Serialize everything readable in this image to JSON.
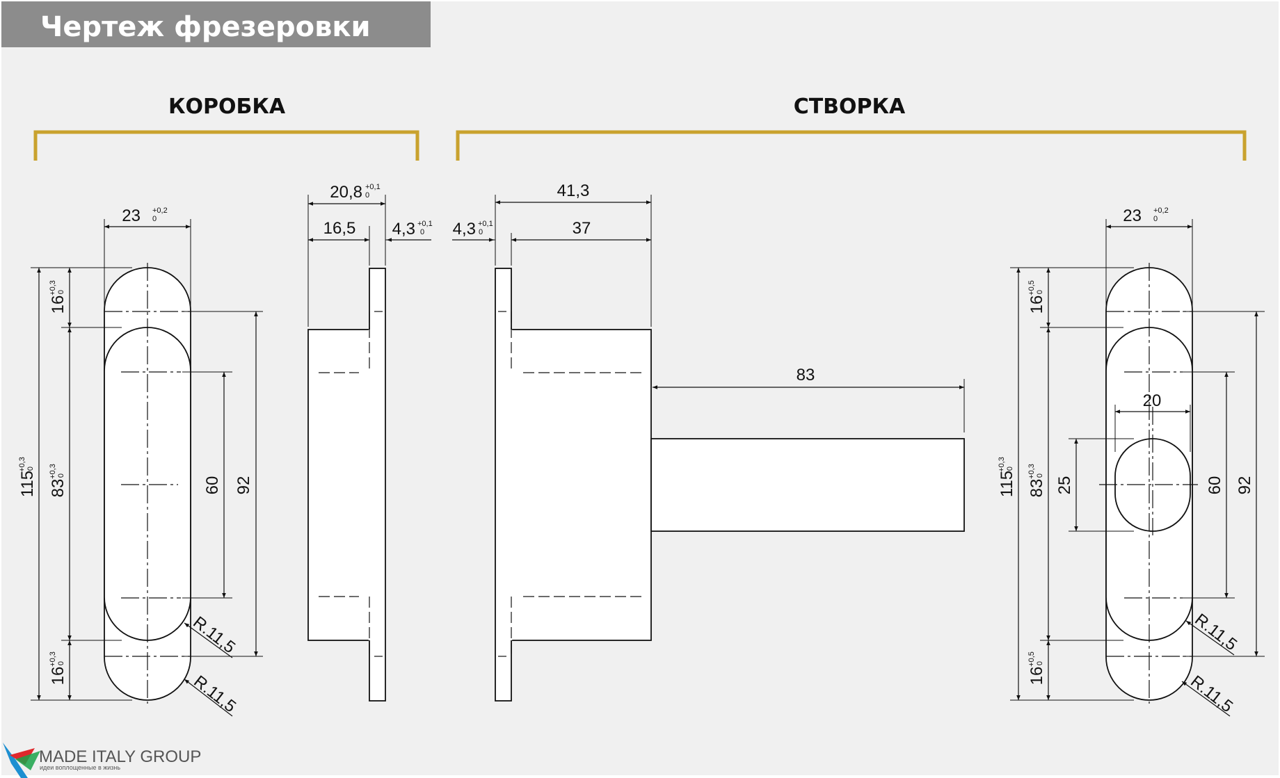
{
  "header": {
    "title": "Чертеж фрезеровки"
  },
  "sections": {
    "box": "КОРОБКА",
    "leaf": "СТВОРКА"
  },
  "colors": {
    "header_bg": "#8c8c8c",
    "bracket": "#c9a22e",
    "canvas": "#f0f0f0",
    "line": "#111111"
  },
  "box_front": {
    "width": "23",
    "width_tol_up": "+0,2",
    "width_tol_lo": "0",
    "top": "16",
    "top_tol_up": "+0,3",
    "top_tol_lo": "0",
    "mid": "83",
    "mid_tol_up": "+0,3",
    "mid_tol_lo": "0",
    "bottom": "16",
    "bottom_tol_up": "+0,3",
    "bottom_tol_lo": "0",
    "total": "115",
    "total_tol_up": "+0,3",
    "total_tol_lo": "0",
    "inner": "60",
    "outer": "92",
    "radius1": "R.11,5",
    "radius2": "R.11,5"
  },
  "box_side": {
    "total": "20,8",
    "total_tol_up": "+0,1",
    "total_tol_lo": "0",
    "depth": "16,5",
    "plate": "4,3",
    "plate_tol_up": "+0,1",
    "plate_tol_lo": "0"
  },
  "leaf_side": {
    "plate": "4,3",
    "plate_tol_up": "+0,1",
    "plate_tol_lo": "0",
    "total": "41,3",
    "depth": "37",
    "arm": "83"
  },
  "leaf_front": {
    "width": "23",
    "width_tol_up": "+0,2",
    "width_tol_lo": "0",
    "top": "16",
    "top_tol_up": "+0,5",
    "top_tol_lo": "0",
    "mid": "83",
    "mid_tol_up": "+0,3",
    "mid_tol_lo": "0",
    "bottom": "16",
    "bottom_tol_up": "+0,5",
    "bottom_tol_lo": "0",
    "total": "115",
    "total_tol_up": "+0,3",
    "total_tol_lo": "0",
    "hole_w": "20",
    "hole_h": "25",
    "inner": "60",
    "outer": "92",
    "radius1": "R.11,5",
    "radius2": "R.11,5"
  },
  "brand": {
    "name": "MADE ITALY GROUP",
    "tagline": "идеи воплощенные в жизнь"
  }
}
